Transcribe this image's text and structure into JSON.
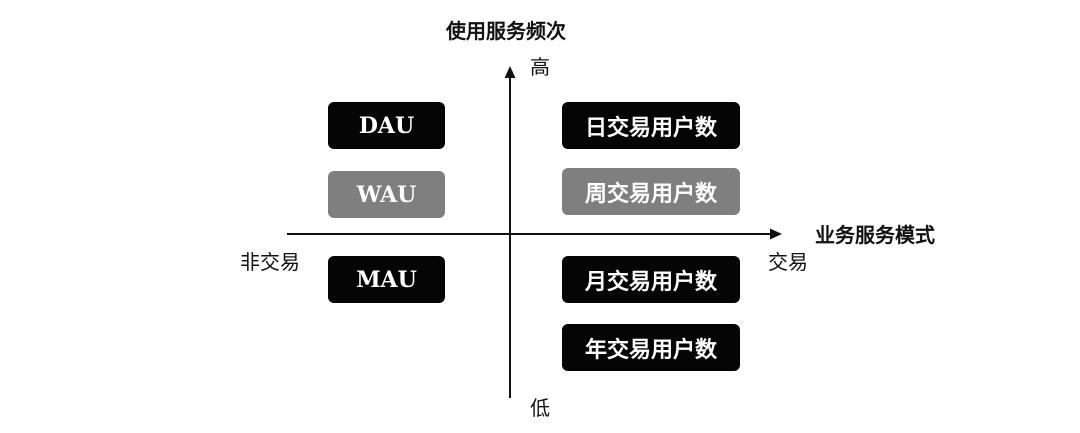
{
  "axes": {
    "y_title": "使用服务频次",
    "y_high": "高",
    "y_low": "低",
    "x_title": "业务服务模式",
    "x_left": "非交易",
    "x_right": "交易"
  },
  "boxes": {
    "dau": "DAU",
    "wau": "WAU",
    "mau": "MAU",
    "daily": "日交易用户数",
    "weekly": "周交易用户数",
    "monthly": "月交易用户数",
    "yearly": "年交易用户数"
  },
  "colors": {
    "dark": "#050505",
    "gray": "#7f7f7f",
    "axis": "#111111"
  }
}
